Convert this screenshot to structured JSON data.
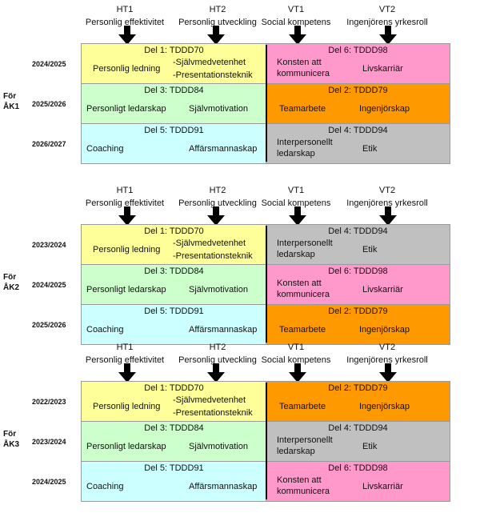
{
  "blocks": [
    {
      "headers": {
        "ht1": [
          "HT1",
          "Personlig effektivitet"
        ],
        "ht2": [
          "HT2",
          "Personlig utveckling"
        ],
        "vt1": [
          "VT1",
          "Social kompetens"
        ],
        "vt2": [
          "VT2",
          "Ingenjörens yrkesroll"
        ]
      },
      "label": [
        "För",
        "ÅK1"
      ],
      "years": [
        "2024/2025",
        "2025/2026",
        "2026/2027"
      ],
      "rows": [
        {
          "left": {
            "title": "Del 1: TDDD70",
            "a": "Personlig ledning",
            "b1": "-Självmedvetenhet",
            "b2": "-Presentationsteknik",
            "color": "#ffff99"
          },
          "right": {
            "title": "Del 6: TDDD98",
            "a1": "Konsten att",
            "a2": "kommunicera",
            "b": "Livskarriär",
            "color": "#ff99cc"
          }
        },
        {
          "left": {
            "title": "Del 3: TDDD84",
            "a": "Personligt ledarskap",
            "b": "Självmotivation",
            "color": "#ccffcc"
          },
          "right": {
            "title": "Del 2: TDDD79",
            "a": "Teamarbete",
            "b": "Ingenjörskap",
            "color": "#ff9900"
          }
        },
        {
          "left": {
            "title": "Del 5: TDDD91",
            "a": "Coaching",
            "b": "Affärsmannaskap",
            "color": "#ccffff"
          },
          "right": {
            "title": "Del 4: TDDD94",
            "a1": "Interpersonellt",
            "a2": "ledarskap",
            "b": "Etik",
            "color": "#c0c0c0"
          }
        }
      ]
    },
    {
      "headers": {
        "ht1": [
          "HT1",
          "Personlig effektivitet"
        ],
        "ht2": [
          "HT2",
          "Personlig utveckling"
        ],
        "vt1": [
          "VT1",
          "Social kompetens"
        ],
        "vt2": [
          "VT2",
          "Ingenjörens yrkesroll"
        ]
      },
      "label": [
        "För",
        "ÅK2"
      ],
      "years": [
        "2023/2024",
        "2024/2025",
        "2025/2026"
      ],
      "rows": [
        {
          "left": {
            "title": "Del 1: TDDD70",
            "a": "Personlig ledning",
            "b1": "-Självmedvetenhet",
            "b2": "-Presentationsteknik",
            "color": "#ffff99"
          },
          "right": {
            "title": "Del 4: TDDD94",
            "a1": "Interpersonellt",
            "a2": "ledarskap",
            "b": "Etik",
            "color": "#c0c0c0"
          }
        },
        {
          "left": {
            "title": "Del 3: TDDD84",
            "a": "Personligt ledarskap",
            "b": "Självmotivation",
            "color": "#ccffcc"
          },
          "right": {
            "title": "Del 6: TDDD98",
            "a1": "Konsten att",
            "a2": "kommunicera",
            "b": "Livskarriär",
            "color": "#ff99cc"
          }
        },
        {
          "left": {
            "title": "Del 5: TDDD91",
            "a": "Coaching",
            "b": "Affärsmannaskap",
            "color": "#ccffff"
          },
          "right": {
            "title": "Del 2: TDDD79",
            "a": "Teamarbete",
            "b": "Ingenjörskap",
            "color": "#ff9900"
          }
        }
      ]
    },
    {
      "headers": {
        "ht1": [
          "HT1",
          "Personlig effektivitet"
        ],
        "ht2": [
          "HT2",
          "Personlig utveckling"
        ],
        "vt1": [
          "VT1",
          "Social kompetens"
        ],
        "vt2": [
          "VT2",
          "Ingenjörens yrkesroll"
        ]
      },
      "label": [
        "För",
        "ÅK3"
      ],
      "years": [
        "2022/2023",
        "2023/2024",
        "2024/2025"
      ],
      "rows": [
        {
          "left": {
            "title": "Del 1: TDDD70",
            "a": "Personlig ledning",
            "b1": "-Självmedvetenhet",
            "b2": "-Presentationsteknik",
            "color": "#ffff99"
          },
          "right": {
            "title": "Del 2: TDDD79",
            "a": "Teamarbete",
            "b": "Ingenjörskap",
            "color": "#ff9900"
          }
        },
        {
          "left": {
            "title": "Del 3: TDDD84",
            "a": "Personligt ledarskap",
            "b": "Självmotivation",
            "color": "#ccffcc"
          },
          "right": {
            "title": "Del 4: TDDD94",
            "a1": "Interpersonellt",
            "a2": "ledarskap",
            "b": "Etik",
            "color": "#c0c0c0"
          }
        },
        {
          "left": {
            "title": "Del 5: TDDD91",
            "a": "Coaching",
            "b": "Affärsmannaskap",
            "color": "#ccffff"
          },
          "right": {
            "title": "Del 6: TDDD98",
            "a1": "Konsten att",
            "a2": "kommunicera",
            "b": "Livskarriär",
            "color": "#ff99cc"
          }
        }
      ]
    }
  ]
}
